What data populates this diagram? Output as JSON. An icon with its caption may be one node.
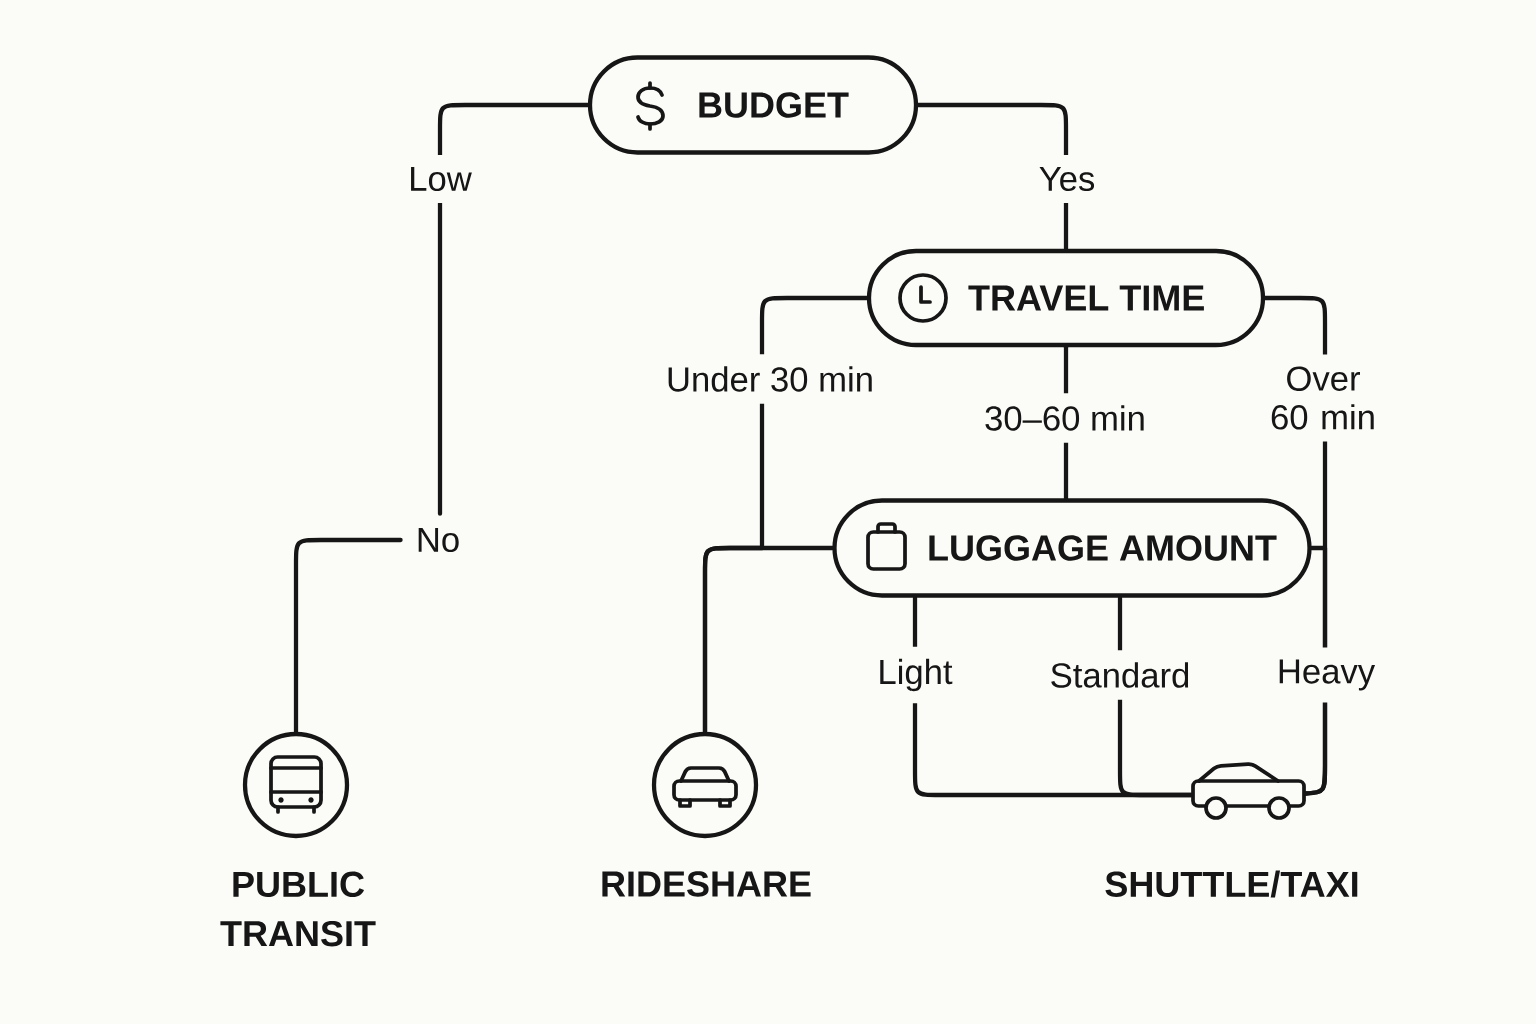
{
  "diagram": {
    "nodes": [
      {
        "text": [
          "BUDGET"
        ]
      },
      {
        "text": [
          "TRAVEL TIME"
        ]
      },
      {
        "text": [
          "No"
        ]
      },
      {
        "text": [
          "LUGGAGE AMOUNT"
        ]
      },
      {
        "text": [
          "PUBLIC TRANSIT"
        ]
      },
      {
        "text": [
          "RIDESHARE"
        ]
      },
      {
        "text": [
          "SHUTTLE/TAXI"
        ]
      }
    ],
    "edges": [
      {
        "from": 0,
        "to": 2,
        "arrow": "none",
        "label": "Low"
      },
      {
        "from": 2,
        "to": 4,
        "arrow": "none"
      },
      {
        "from": 0,
        "to": 1,
        "arrow": "none",
        "label": "Yes"
      },
      {
        "from": 1,
        "to": 5,
        "arrow": "none",
        "label": "Under 30 min"
      },
      {
        "from": 1,
        "to": 3,
        "arrow": "none",
        "label": "30–60 min"
      },
      {
        "from": 1,
        "to": 6,
        "arrow": "none",
        "label": "Over 60 min"
      },
      {
        "from": 3,
        "to": 5,
        "arrow": "none"
      },
      {
        "from": 3,
        "to": 6,
        "arrow": "none",
        "label": "Light"
      },
      {
        "from": 3,
        "to": 6,
        "arrow": "none",
        "label": "Standard"
      },
      {
        "from": 3,
        "to": 6,
        "arrow": "none",
        "label": "Heavy"
      }
    ]
  }
}
